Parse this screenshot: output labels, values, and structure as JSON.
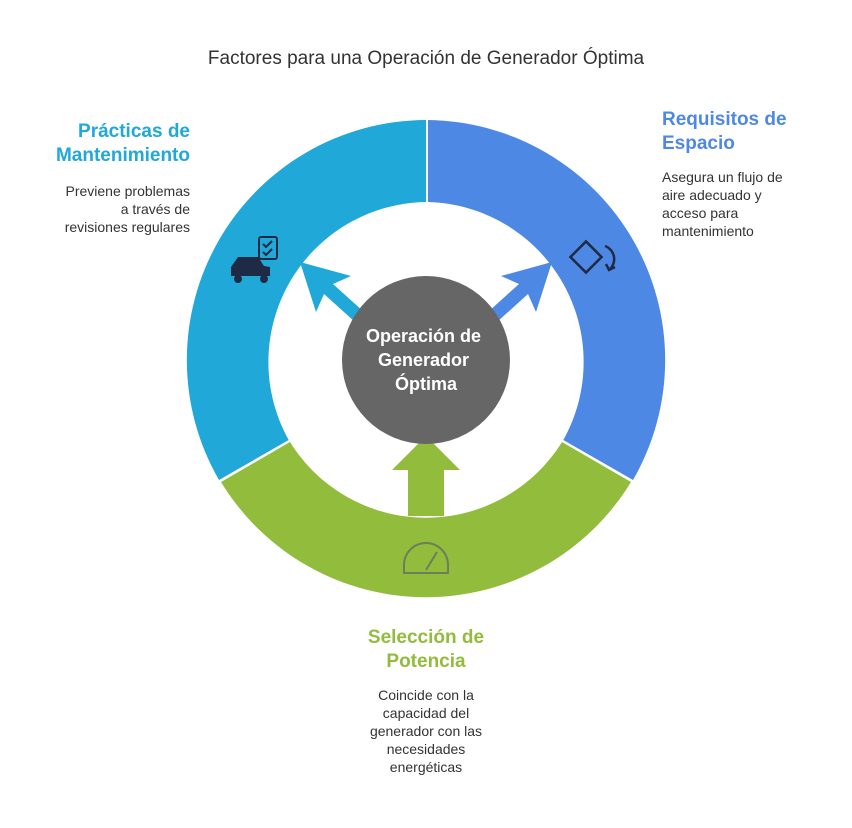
{
  "title": "Factores para una Operación de Generador Óptima",
  "center": {
    "lines": [
      "Operación de",
      "Generador",
      "Óptima"
    ],
    "color": "#666666"
  },
  "factors": [
    {
      "id": "maintenance",
      "heading_lines": [
        "Prácticas de",
        "Mantenimiento"
      ],
      "description_lines": [
        "Previene problemas",
        "a través de",
        "revisiones regulares"
      ],
      "color": "#20A8D8",
      "icon": "car-checklist-icon"
    },
    {
      "id": "space",
      "heading_lines": [
        "Requisitos de",
        "Espacio"
      ],
      "description_lines": [
        "Asegura un flujo de",
        "aire adecuado y",
        "acceso para",
        "mantenimiento"
      ],
      "color": "#4E88E5",
      "icon": "rotate-diamond-icon"
    },
    {
      "id": "power",
      "heading_lines": [
        "Selección de",
        "Potencia"
      ],
      "description_lines": [
        "Coincide con la",
        "capacidad del",
        "generador con las",
        "necesidades",
        "energéticas"
      ],
      "color": "#92BC3C",
      "icon": "gauge-icon"
    }
  ]
}
